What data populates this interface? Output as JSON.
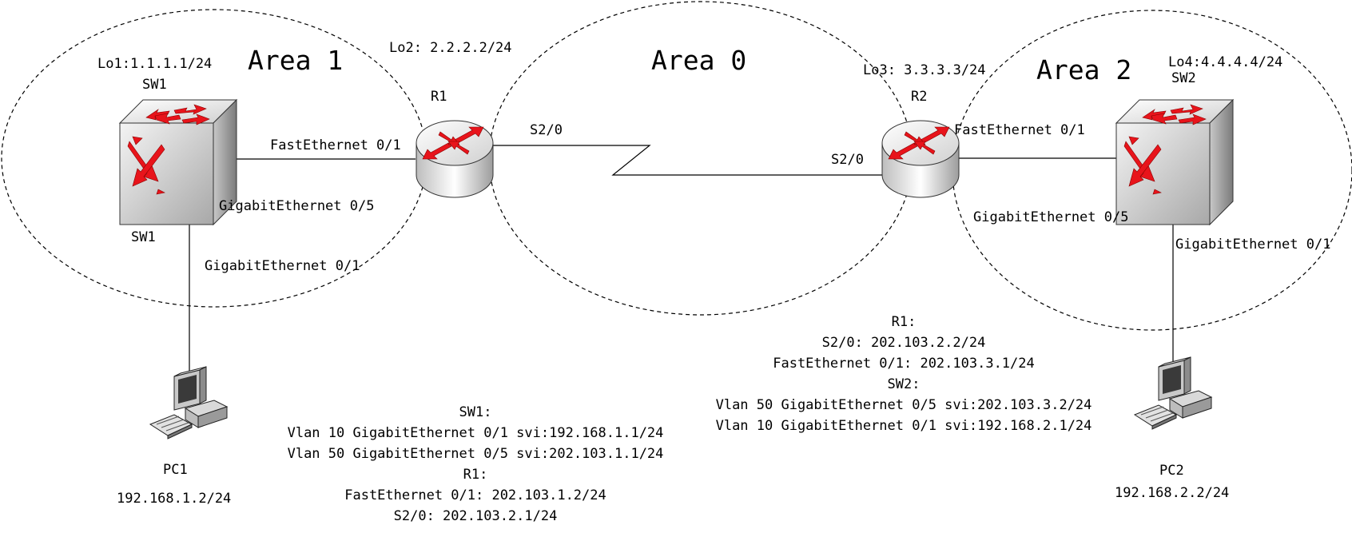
{
  "areas": {
    "area1": "Area 1",
    "area0": "Area 0",
    "area2": "Area 2"
  },
  "devices": {
    "sw1_top": "SW1",
    "sw1_bottom": "SW1",
    "r1": "R1",
    "r2": "R2",
    "sw2": "SW2",
    "pc1": "PC1",
    "pc2": "PC2"
  },
  "loopbacks": {
    "lo1": "Lo1:1.1.1.1/24",
    "lo2": "Lo2: 2.2.2.2/24",
    "lo3": "Lo3: 3.3.3.3/24",
    "lo4": "Lo4:4.4.4.4/24"
  },
  "interfaces": {
    "r1_fa01": "FastEthernet 0/1",
    "sw1_g05": "GigabitEthernet 0/5",
    "sw1_g01": "GigabitEthernet 0/1",
    "r1_s20": "S2/0",
    "r2_s20": "S2/0",
    "r2_fa01": "FastEthernet 0/1",
    "sw2_g05": "GigabitEthernet 0/5",
    "sw2_g01": "GigabitEthernet 0/1"
  },
  "hosts": {
    "pc1_ip": "192.168.1.2/24",
    "pc2_ip": "192.168.2.2/24"
  },
  "notes_left": [
    "SW1:",
    "Vlan 10 GigabitEthernet 0/1 svi:192.168.1.1/24",
    "Vlan 50 GigabitEthernet 0/5 svi:202.103.1.1/24",
    "R1:",
    "FastEthernet 0/1: 202.103.1.2/24",
    "S2/0: 202.103.2.1/24"
  ],
  "notes_right": [
    "R1:",
    "S2/0: 202.103.2.2/24",
    "FastEthernet 0/1: 202.103.3.1/24",
    "SW2:",
    "Vlan 50 GigabitEthernet 0/5 svi:202.103.3.2/24",
    "Vlan 10 GigabitEthernet 0/1 svi:192.168.2.1/24"
  ],
  "colors": {
    "arrow_red": "#e8141b",
    "line": "#000000",
    "switch_face": "#d8d8d8"
  }
}
